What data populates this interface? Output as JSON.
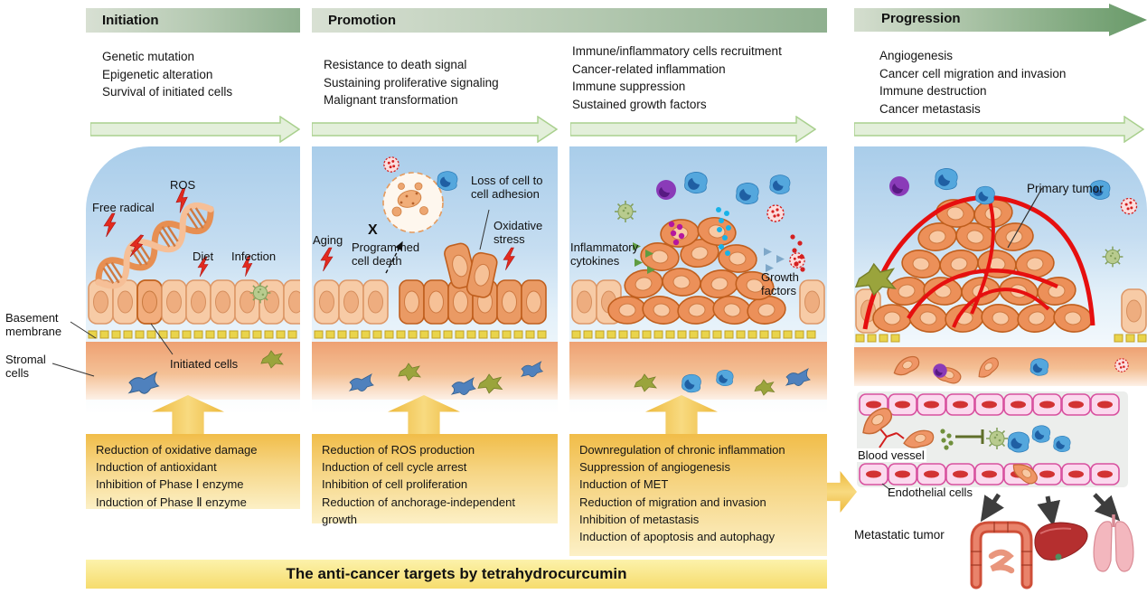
{
  "stages": {
    "initiation": {
      "label": "Initiation",
      "bullets": [
        "Genetic mutation",
        "Epigenetic alteration",
        "Survival of initiated cells"
      ]
    },
    "promotion": {
      "label": "Promotion",
      "bullets_left": [
        "Resistance to death signal",
        "Sustaining proliferative signaling",
        "Malignant transformation"
      ],
      "bullets_right": [
        "Immune/inflammatory cells recruitment",
        "Cancer-related inflammation",
        "Immune suppression",
        "Sustained growth factors"
      ]
    },
    "progression": {
      "label": "Progression",
      "bullets": [
        "Angiogenesis",
        "Cancer cell migration and invasion",
        "Immune destruction",
        "Cancer metastasis"
      ]
    }
  },
  "labels": {
    "free_radical": "Free radical",
    "ros": "ROS",
    "diet": "Diet",
    "infection": "Infection",
    "initiated_cells": "Initiated cells",
    "basement_membrane": "Basement membrane",
    "stromal_cells": "Stromal cells",
    "aging": "Aging",
    "x_mark": "X",
    "programmed_cell_death": "Programmed cell death",
    "loss_of_adhesion": "Loss of cell to cell adhesion",
    "oxidative_stress": "Oxidative stress",
    "inflammatory_cytokines": "Inflammatory cytokines",
    "growth_factors": "Growth factors",
    "primary_tumor": "Primary tumor",
    "blood_vessel": "Blood vessel",
    "endothelial_cells": "Endothelial cells",
    "metastatic_tumor": "Metastatic tumor"
  },
  "target_boxes": [
    {
      "lines": [
        "Reduction of oxidative damage",
        "Induction of antioxidant",
        "Inhibition of Phase Ⅰ enzyme",
        "Induction of Phase Ⅱ enzyme"
      ]
    },
    {
      "lines": [
        "Reduction of ROS production",
        "Induction of cell cycle arrest",
        "Inhibition of cell proliferation",
        "Reduction of anchorage-independent growth"
      ]
    },
    {
      "lines": [
        "Downregulation of chronic inflammation",
        "Suppression of angiogenesis",
        "Induction of MET",
        "Reduction of migration and invasion",
        "Inhibition of metastasis",
        "Induction of apoptosis and autophagy"
      ]
    }
  ],
  "banner": "The anti-cancer targets by tetrahydrocurcumin",
  "colors": {
    "stage_bar_light": "#d8e0d3",
    "stage_bar_dark": "#6d9b6d",
    "flow_arrow_fill": "#e3efda",
    "flow_arrow_stroke": "#a9d08e",
    "sky_blue": "#a9cdea",
    "stroma_orange": "#eea173",
    "box_gold": "#f1bd49",
    "box_cream": "#fcf0c6",
    "banner_yellow": "#f6dc6d",
    "lightning_red": "#e22a1e",
    "tumor_vessel_red": "#e60f0f",
    "endothelium_pink": "#fbd9ee"
  },
  "icons": {
    "dna_helix": "orange double helix",
    "lightning_bolt": "red damage bolt",
    "epithelial_cell": "tan columnar cell",
    "tumor_cell": "dark orange cell",
    "stromal_cell": "blue stellate cell",
    "green_cell": "olive stellate cell",
    "macrophage": "blue amoeboid immune cell",
    "lymphocyte": "purple round immune cell",
    "virus_particle": "green spiked particle",
    "cytokine_dots": "cyan and magenta dot clusters",
    "growth_factor_dots": "red dot cluster",
    "inhibition_bar": "blunt-end inhibition symbol",
    "colon": "intestine organ icon",
    "liver": "liver organ icon",
    "lungs": "lungs organ icon"
  }
}
